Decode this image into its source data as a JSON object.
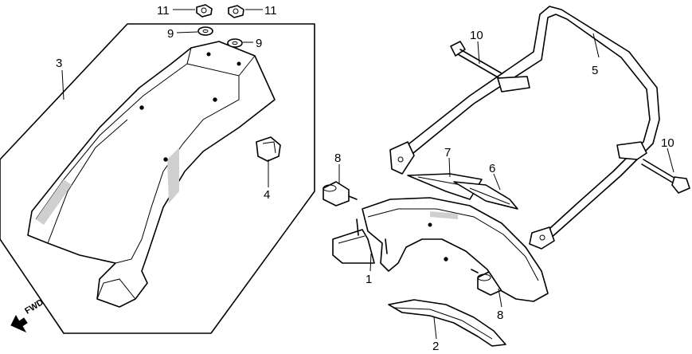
{
  "callouts": {
    "c11a": "11",
    "c11b": "11",
    "c9a": "9",
    "c9b": "9",
    "c3": "3",
    "c4": "4",
    "c10a": "10",
    "c5": "5",
    "c8a": "8",
    "c7": "7",
    "c6": "6",
    "c10b": "10",
    "c1": "1",
    "c8b": "8",
    "c2": "2"
  },
  "direction_label": "FWD"
}
